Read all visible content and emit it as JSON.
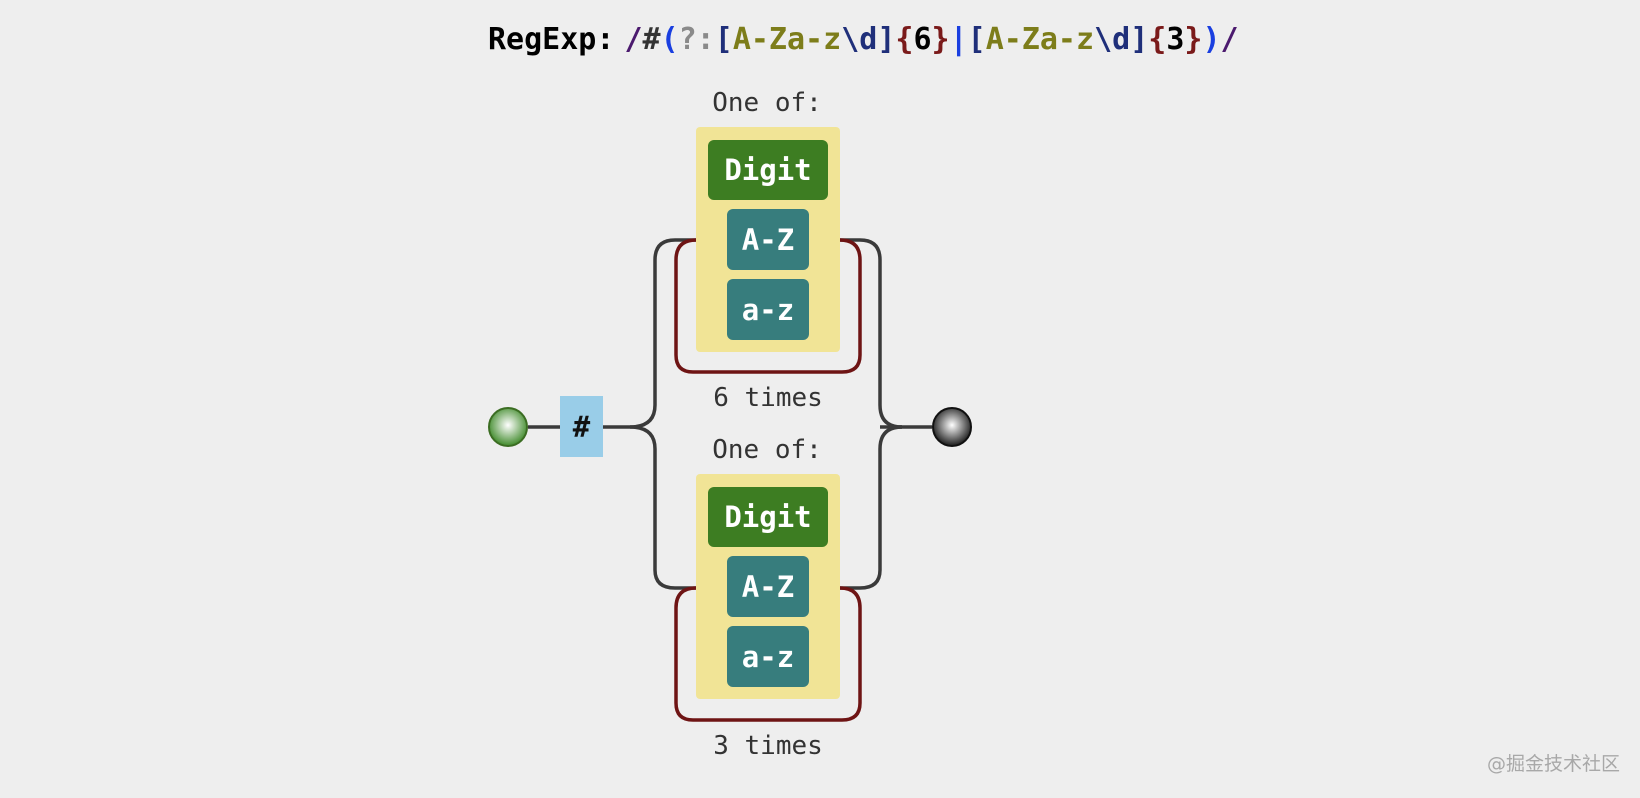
{
  "header": {
    "label": "RegExp:",
    "tokens": [
      {
        "text": "/",
        "color": "#4b1a6e"
      },
      {
        "text": "#",
        "color": "#333333"
      },
      {
        "text": "(",
        "color": "#1a3fe0"
      },
      {
        "text": "?:",
        "color": "#8a8a8a"
      },
      {
        "text": "[",
        "color": "#1f2f7a"
      },
      {
        "text": "A-Za-z",
        "color": "#7d7d1a"
      },
      {
        "text": "\\d",
        "color": "#1f2f7a"
      },
      {
        "text": "]",
        "color": "#1f2f7a"
      },
      {
        "text": "{",
        "color": "#7a1a1a"
      },
      {
        "text": "6",
        "color": "#000000"
      },
      {
        "text": "}",
        "color": "#7a1a1a"
      },
      {
        "text": "|",
        "color": "#1a3fe0"
      },
      {
        "text": "[",
        "color": "#1f2f7a"
      },
      {
        "text": "A-Za-z",
        "color": "#7d7d1a"
      },
      {
        "text": "\\d",
        "color": "#1f2f7a"
      },
      {
        "text": "]",
        "color": "#1f2f7a"
      },
      {
        "text": "{",
        "color": "#7a1a1a"
      },
      {
        "text": "3",
        "color": "#000000"
      },
      {
        "text": "}",
        "color": "#7a1a1a"
      },
      {
        "text": ")",
        "color": "#1a3fe0"
      },
      {
        "text": "/",
        "color": "#4b1a6e"
      }
    ]
  },
  "diagram": {
    "literal": "#",
    "branches": [
      {
        "group_label": "One of:",
        "items": [
          "Digit",
          "A-Z",
          "a-z"
        ],
        "repeat_label": "6 times"
      },
      {
        "group_label": "One of:",
        "items": [
          "Digit",
          "A-Z",
          "a-z"
        ],
        "repeat_label": "3 times"
      }
    ]
  },
  "colors": {
    "line": "#3a3a3a",
    "charset_bg": "#f1e496",
    "digit_bg": "#3d7d22",
    "range_bg": "#377d7d",
    "literal_bg": "#99cde8",
    "repeat_loop": "#6e1414"
  },
  "watermark": "@掘金技术社区"
}
